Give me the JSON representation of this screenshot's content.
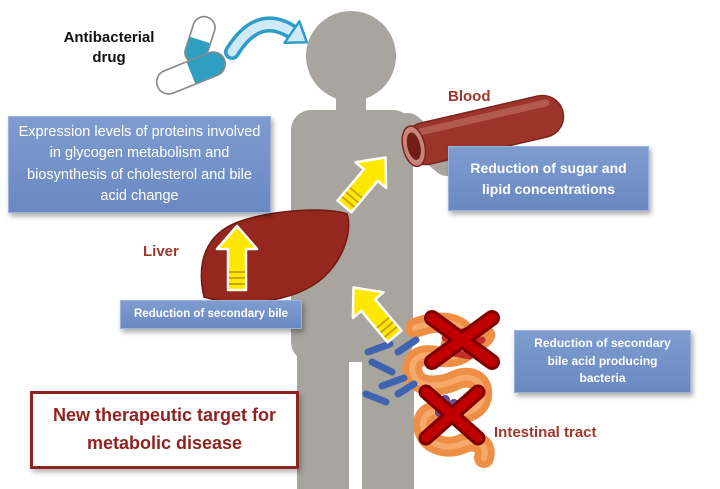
{
  "diagram": {
    "drug_label": "Antibacterial drug",
    "blood_label": "Blood",
    "liver_label": "Liver",
    "intestine_label": "Intestinal tract",
    "box_expression": "Expression levels of proteins involved in glycogen metabolism and biosynthesis of cholesterol and bile acid change",
    "box_sugar_lipid": "Reduction of sugar and lipid concentrations",
    "box_secondary_bile": "Reduction of secondary bile",
    "box_bile_bacteria": "Reduction of secondary bile acid producing bacteria",
    "conclusion": "New therapeutic target for metabolic disease"
  },
  "colors": {
    "info_box_blue": "#7090c6",
    "label_dark_red": "#9e372c",
    "conclusion_red": "#8f2320",
    "body_gray": "#a7a59d",
    "arrow_yellow": "#ffe800",
    "pill_teal": "#2e9fc0",
    "blood_vessel_red": "#9b352b",
    "liver_red": "#96271e",
    "intestine_orange": "#ef8f45",
    "bacteria_blue": "#3f63ae",
    "bacteria_purple": "#6b4f9e",
    "cross_red": "#c00000"
  }
}
